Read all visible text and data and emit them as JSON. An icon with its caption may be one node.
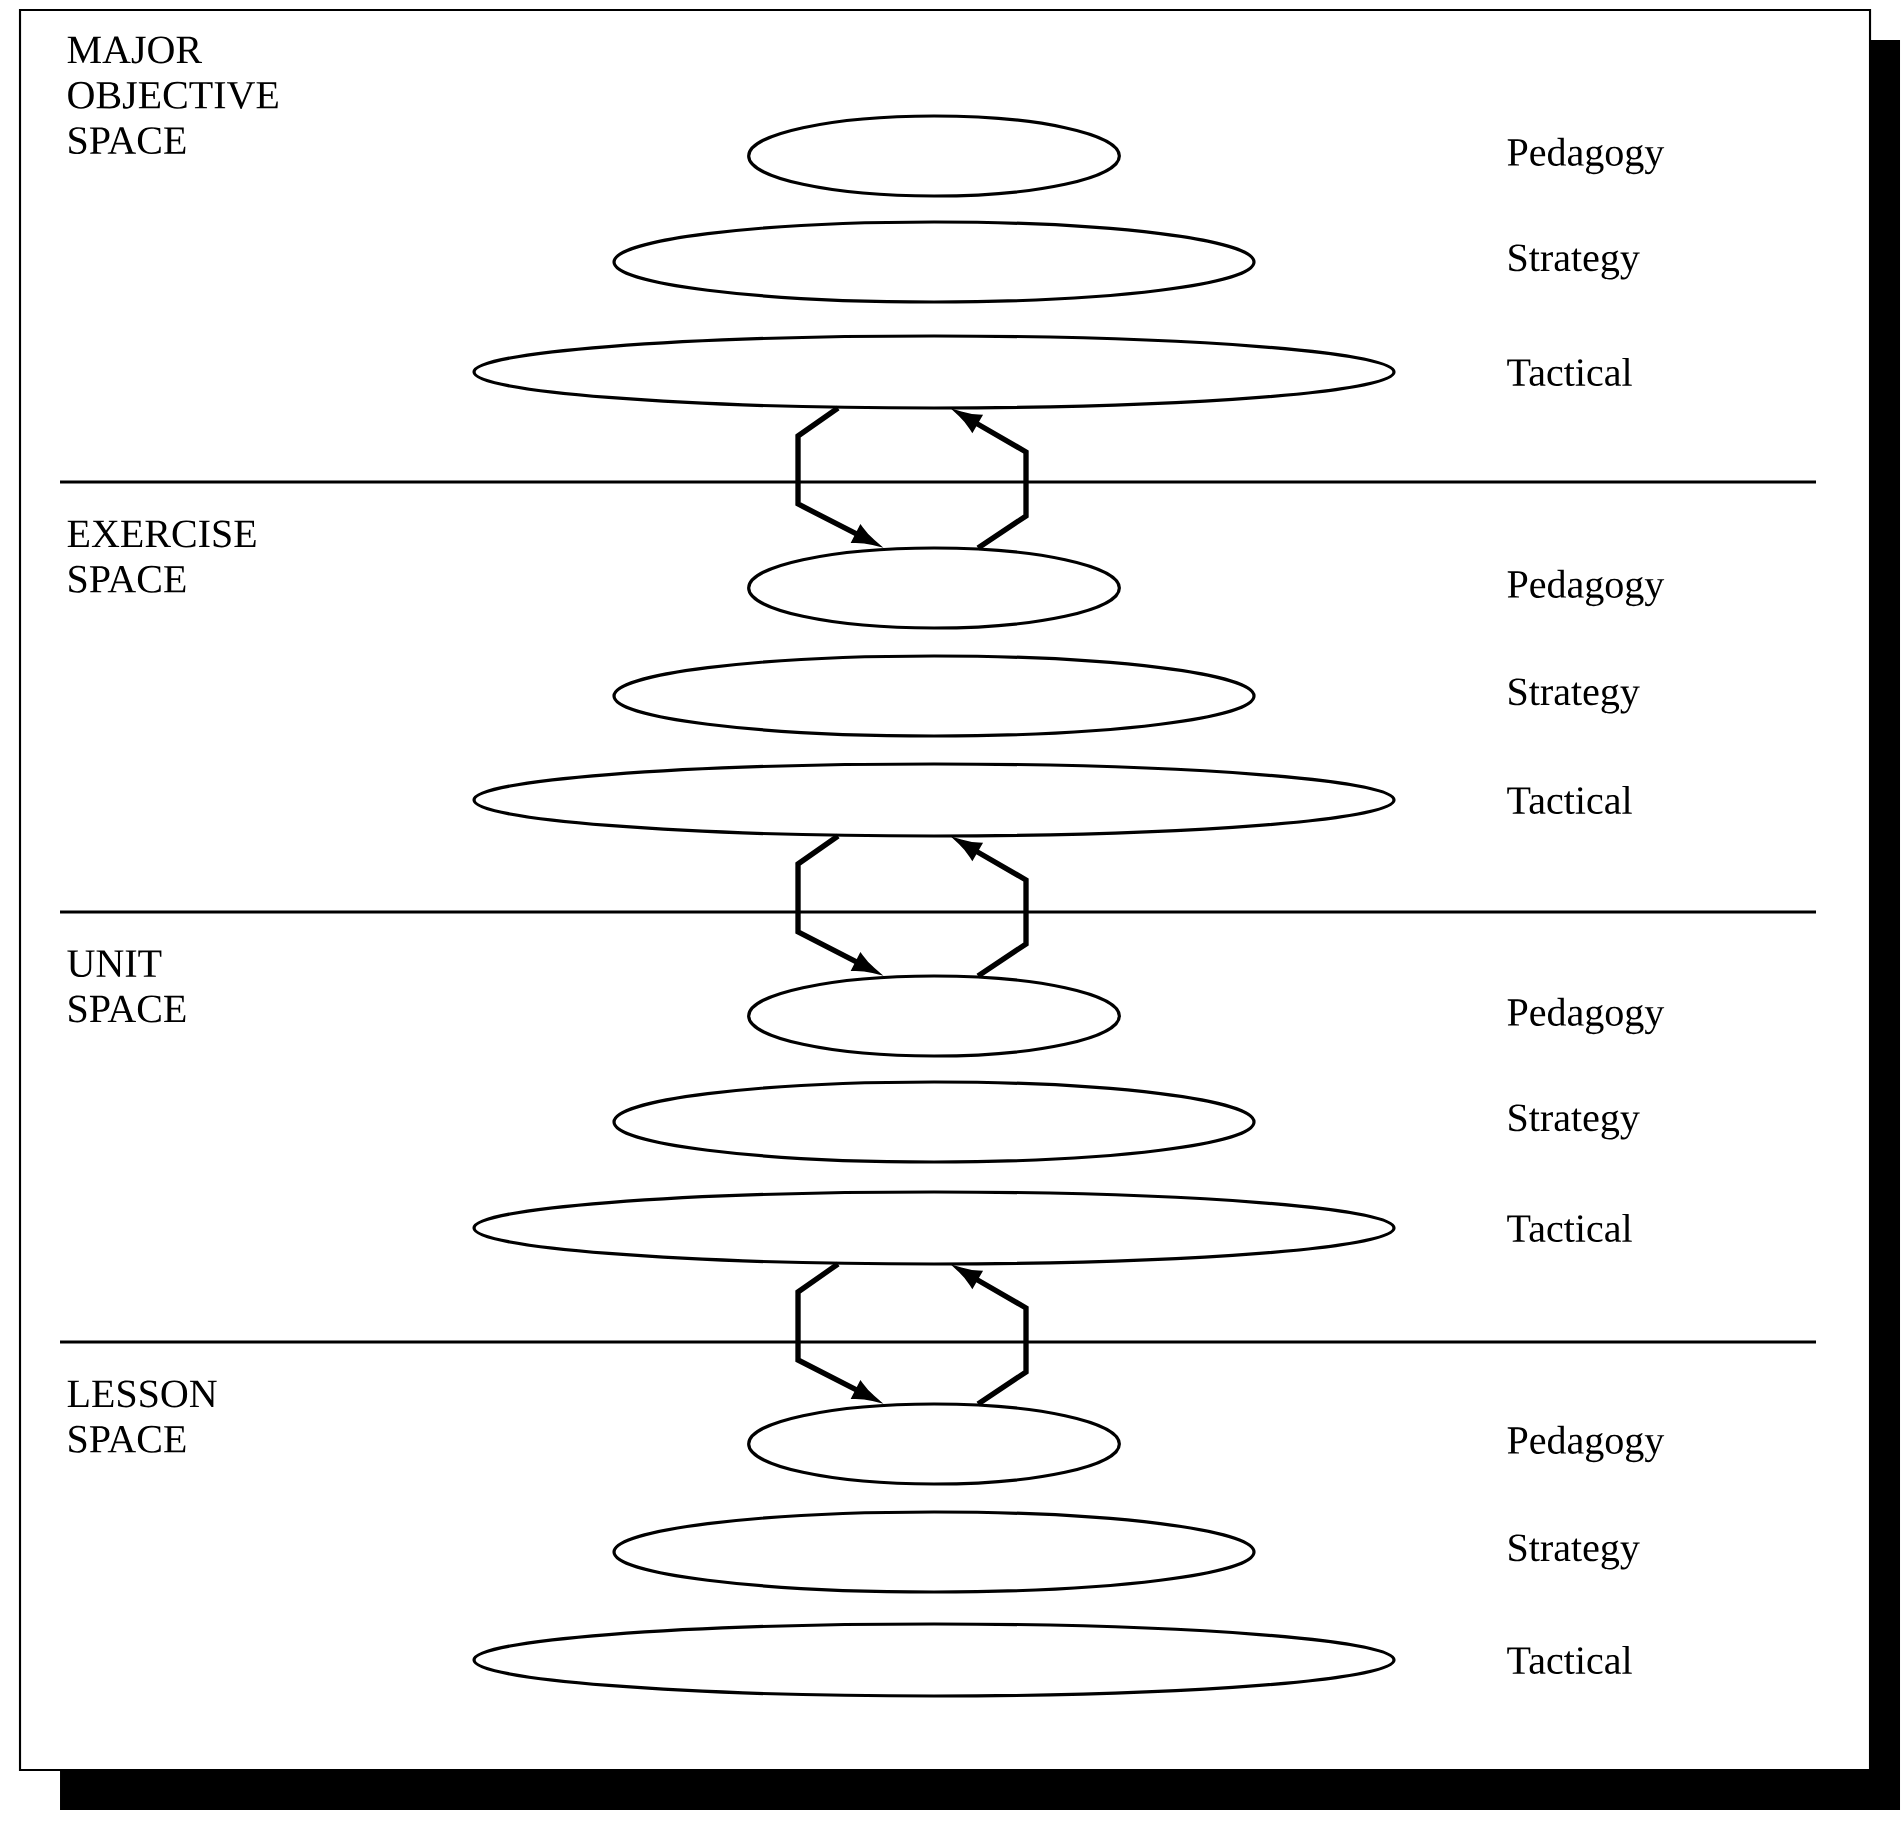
{
  "diagram": {
    "nodes": [
      {
        "text": [],
        "shape": "ellipse"
      },
      {
        "text": [],
        "shape": "ellipse"
      },
      {
        "text": [],
        "shape": "ellipse"
      },
      {
        "text": [],
        "shape": "ellipse"
      },
      {
        "text": [],
        "shape": "ellipse"
      },
      {
        "text": [],
        "shape": "ellipse"
      },
      {
        "text": [],
        "shape": "ellipse"
      },
      {
        "text": [],
        "shape": "ellipse"
      },
      {
        "text": [],
        "shape": "ellipse"
      },
      {
        "text": [],
        "shape": "ellipse"
      },
      {
        "text": [],
        "shape": "ellipse"
      },
      {
        "text": [],
        "shape": "ellipse"
      }
    ],
    "edges": [
      {
        "from": 2,
        "to": 3,
        "arrow": "to"
      },
      {
        "from": 3,
        "to": 2,
        "arrow": "to"
      },
      {
        "from": 5,
        "to": 6,
        "arrow": "to"
      },
      {
        "from": 6,
        "to": 5,
        "arrow": "to"
      },
      {
        "from": 8,
        "to": 9,
        "arrow": "to"
      },
      {
        "from": 9,
        "to": 8,
        "arrow": "to"
      }
    ],
    "labels": [
      "MAJOR OBJECTIVE SPACE",
      "Pedagogy",
      "Strategy",
      "Tactical",
      "EXERCISE SPACE",
      "Pedagogy",
      "Strategy",
      "Tactical",
      "UNIT SPACE",
      "Pedagogy",
      "Strategy",
      "Tactical",
      "LESSON SPACE",
      "Pedagogy",
      "Strategy",
      "Tactical"
    ]
  }
}
